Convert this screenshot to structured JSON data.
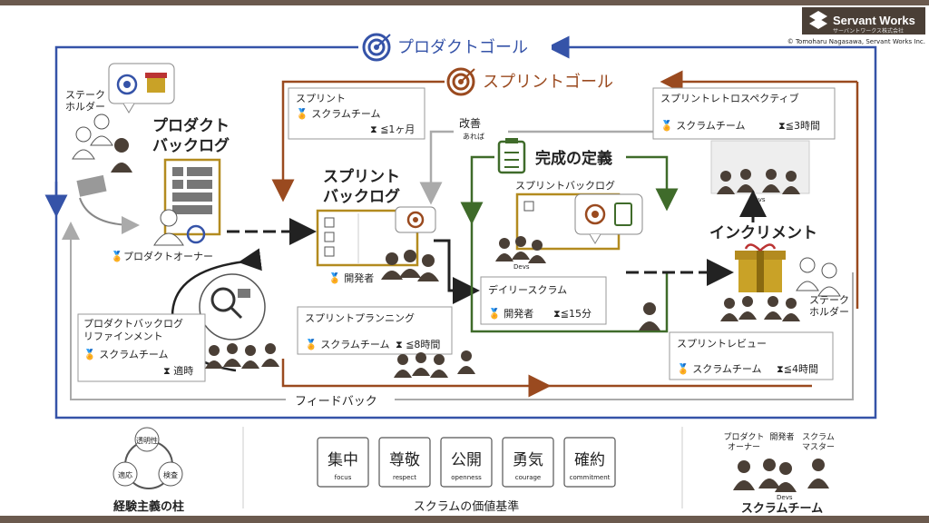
{
  "brand": {
    "name": "Servant Works",
    "tagline": "サーバントワークス株式会社",
    "copyright": "© Tomoharu Nagasawa, Servant Works Inc."
  },
  "goals": {
    "product_goal": "プロダクトゴール",
    "sprint_goal": "スプリントゴール",
    "definition_of_done": "完成の定義"
  },
  "stakeholders_left": "ステーク\nホルダー",
  "stakeholders_right": "ステーク\nホルダー",
  "product_backlog": {
    "title1": "プロダクト",
    "title2": "バックログ",
    "owner": "プロダクトオーナー"
  },
  "sprint_backlog": {
    "title1": "スプリント",
    "title2": "バックログ",
    "member": "開発者",
    "inner_title": "スプリントバックログ"
  },
  "sprint_box": {
    "title": "スプリント",
    "role": "スクラムチーム",
    "time": "≦1ヶ月"
  },
  "kaizen": {
    "line1": "改善",
    "line2": "あれば"
  },
  "retrospective": {
    "title": "スプリントレトロスペクティブ",
    "role": "スクラムチーム",
    "time": "≦3時間"
  },
  "increment": {
    "title": "インクリメント"
  },
  "daily": {
    "title": "デイリースクラム",
    "role": "開発者",
    "time": "≦15分"
  },
  "planning": {
    "title": "スプリントプランニング",
    "role": "スクラムチーム",
    "time": "≦8時間"
  },
  "review": {
    "title": "スプリントレビュー",
    "role": "スクラムチーム",
    "time": "≦4時間"
  },
  "refinement": {
    "title1": "プロダクトバックログ",
    "title2": "リファインメント",
    "role": "スクラムチーム",
    "time": "適時"
  },
  "feedback": "フィードバック",
  "devs_label": "Devs",
  "pillars": {
    "title": "経験主義の柱",
    "items": [
      "透明性",
      "適応",
      "検査"
    ]
  },
  "values": {
    "title": "スクラムの価値基準",
    "items": [
      {
        "jp": "集中",
        "en": "focus"
      },
      {
        "jp": "尊敬",
        "en": "respect"
      },
      {
        "jp": "公開",
        "en": "openness"
      },
      {
        "jp": "勇気",
        "en": "courage"
      },
      {
        "jp": "確約",
        "en": "commitment"
      }
    ]
  },
  "team": {
    "title": "スクラムチーム",
    "po": "プロダクト\nオーナー",
    "dev": "開発者",
    "sm": "スクラム\nマスター"
  },
  "colors": {
    "blue": "#3553a8",
    "brown": "#9a4a1f",
    "green": "#3f6b2a",
    "gold": "#b38b1f",
    "dark": "#4a3f36"
  }
}
